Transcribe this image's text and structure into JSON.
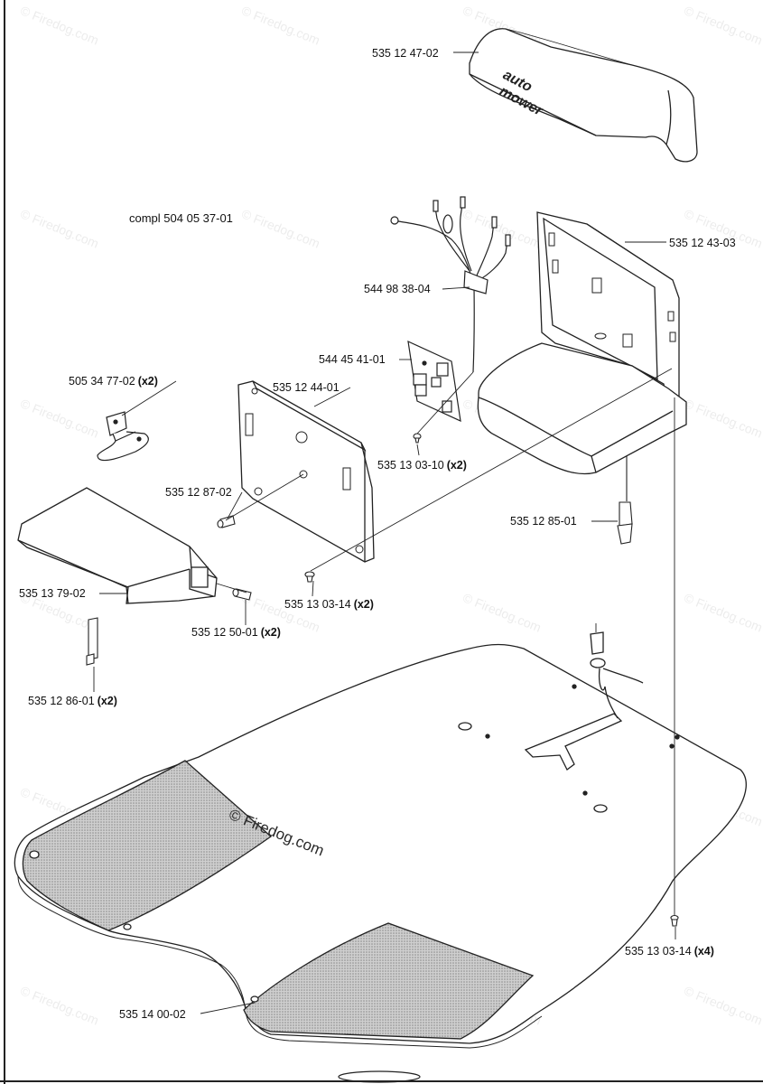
{
  "diagram": {
    "assembly_label": "compl 504 05 37-01",
    "watermark": "© Firedog.com",
    "cover_logo": [
      "auto",
      "mower"
    ],
    "parts": [
      {
        "id": "cover",
        "number": "535 12 47-02",
        "qty": ""
      },
      {
        "id": "housing",
        "number": "535 12 43-03",
        "qty": ""
      },
      {
        "id": "wire-harness",
        "number": "544 98 38-04",
        "qty": ""
      },
      {
        "id": "circuit-board",
        "number": "544 45 41-01",
        "qty": ""
      },
      {
        "id": "clip",
        "number": "505 34 77-02",
        "qty": "(x2)"
      },
      {
        "id": "mounting-plate",
        "number": "535 12 44-01",
        "qty": ""
      },
      {
        "id": "screw-board",
        "number": "535 13 03-10",
        "qty": "(x2)"
      },
      {
        "id": "pin",
        "number": "535 12 87-02",
        "qty": ""
      },
      {
        "id": "connector",
        "number": "535 12 85-01",
        "qty": ""
      },
      {
        "id": "guide-cover",
        "number": "535 13 79-02",
        "qty": ""
      },
      {
        "id": "screw-plate",
        "number": "535 13 03-14",
        "qty": "(x2)"
      },
      {
        "id": "pin-guide",
        "number": "535 12 50-01",
        "qty": "(x2)"
      },
      {
        "id": "strap",
        "number": "535 12 86-01",
        "qty": "(x2)"
      },
      {
        "id": "screw-base",
        "number": "535 13 03-14",
        "qty": "(x4)"
      },
      {
        "id": "base-plate",
        "number": "535 14 00-02",
        "qty": ""
      }
    ]
  }
}
